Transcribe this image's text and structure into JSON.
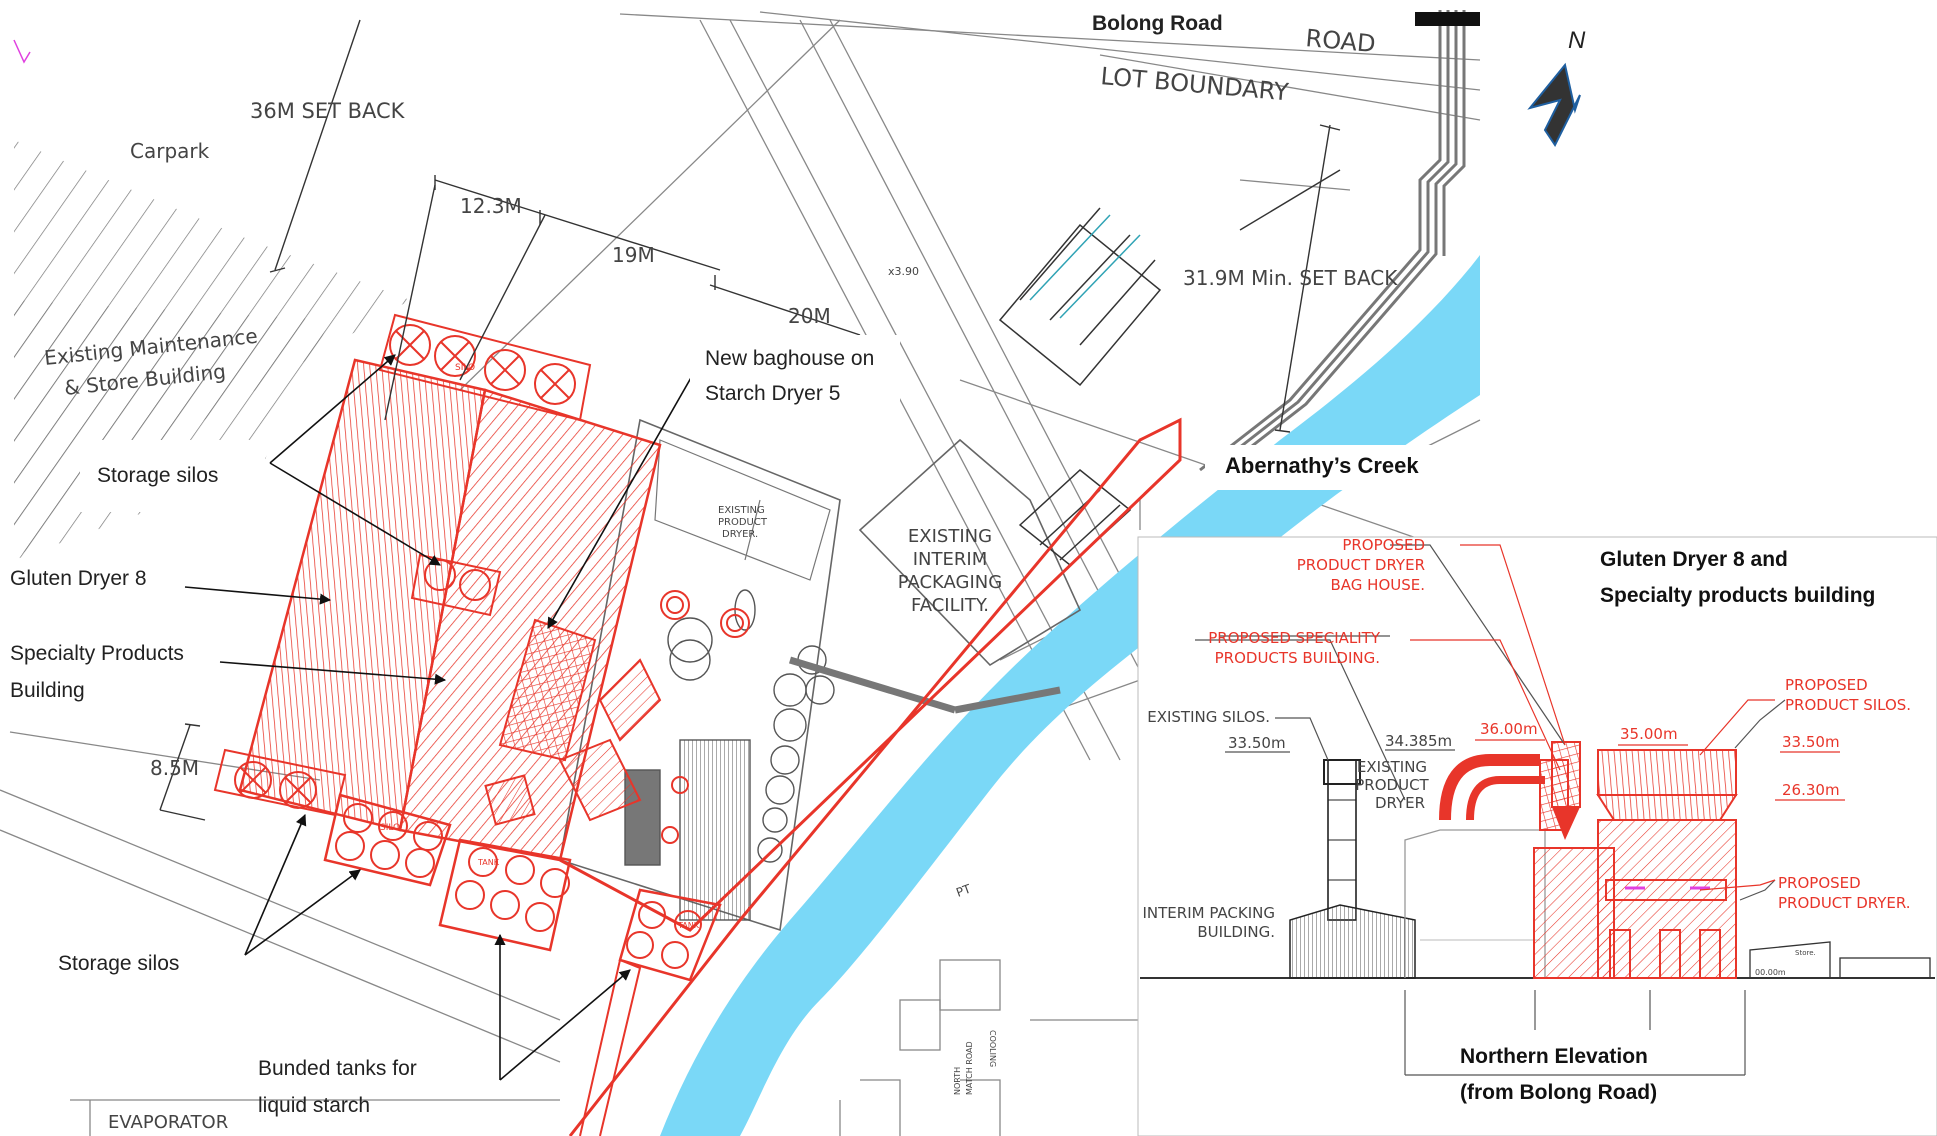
{
  "roads": {
    "bolong_road": "Bolong Road",
    "road": "ROAD",
    "lot_boundary": "LOT BOUNDARY"
  },
  "north_label": "N",
  "dimensions": {
    "setback_36": "36M SET BACK",
    "d_12_3": "12.3M",
    "d_19": "19M",
    "d_20": "20M",
    "d_8_5": "8.5M",
    "setback_31_9": "31.9M Min. SET BACK",
    "x_elev": "x3.90"
  },
  "site": {
    "carpark": "Carpark",
    "maint_line1": "Existing Maintenance",
    "maint_line2": "& Store Building",
    "evaporator": "EVAPORATOR",
    "exist_dryer_line1": "EXISTING",
    "exist_dryer_line2": "PRODUCT",
    "exist_dryer_line3": "DRYER.",
    "interim_line1": "EXISTING",
    "interim_line2": "INTERIM",
    "interim_line3": "PACKAGING",
    "interim_line4": "FACILITY.",
    "silo": "SILO",
    "tank": "TANK",
    "pt": "PT",
    "cooling": "COOLING",
    "north_match": "NORTH",
    "match_road": "MATCH ROAD"
  },
  "callouts": {
    "baghouse_line1": "New baghouse on",
    "baghouse_line2": "Starch Dryer 5",
    "storage_silos_top": "Storage silos",
    "gluten_dryer": "Gluten Dryer 8",
    "specialty_line1": "Specialty Products",
    "specialty_line2": "Building",
    "storage_silos_bottom": "Storage silos",
    "bunded_line1": "Bunded tanks for",
    "bunded_line2": "liquid starch",
    "creek": "Abernathy’s Creek"
  },
  "elevation": {
    "title_line1": "Gluten Dryer 8 and",
    "title_line2": "Specialty products building",
    "caption_line1": "Northern Elevation",
    "caption_line2": "(from Bolong Road)",
    "prop_baghouse_1": "PROPOSED",
    "prop_baghouse_2": "PRODUCT DRYER",
    "prop_baghouse_3": "BAG HOUSE.",
    "prop_specialty_1": "PROPOSED  SPECIALITY",
    "prop_specialty_2": "PRODUCTS BUILDING.",
    "exist_silos": "EXISTING SILOS.",
    "lvl_33_50_a": "33.50m",
    "lvl_34_385": "34.385m",
    "lvl_36": "36.00m",
    "lvl_35": "35.00m",
    "lvl_33_50_b": "33.50m",
    "lvl_26_30": "26.30m",
    "lvl_00": "00.00m",
    "exist_dryer_1": "EXISTING",
    "exist_dryer_2": "PRODUCT",
    "exist_dryer_3": "DRYER",
    "prop_silos_1": "PROPOSED",
    "prop_silos_2": "PRODUCT SILOS.",
    "prop_dryer_1": "PROPOSED",
    "prop_dryer_2": "PRODUCT DRYER.",
    "interim_1": "INTERIM PACKING",
    "interim_2": "BUILDING.",
    "store": "Store."
  }
}
